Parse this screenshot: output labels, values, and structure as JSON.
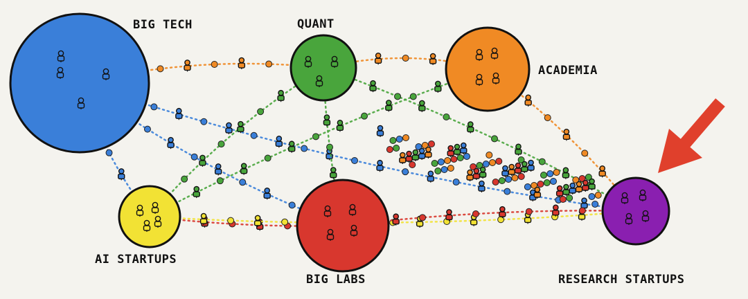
{
  "nodes": [
    {
      "id": "big-tech",
      "label": "BIG TECH",
      "color": "#3a7fd9",
      "people": 4
    },
    {
      "id": "quant",
      "label": "QUANT",
      "color": "#49a53c",
      "people": 3
    },
    {
      "id": "academia",
      "label": "ACADEMIA",
      "color": "#f08a24",
      "people": 4
    },
    {
      "id": "ai-startups",
      "label": "AI STARTUPS",
      "color": "#f2e234",
      "people": 4
    },
    {
      "id": "big-labs",
      "label": "BIG LABS",
      "color": "#d8372e",
      "people": 4
    },
    {
      "id": "research-startups",
      "label": "RESEARCH STARTUPS",
      "color": "#8a1fb0",
      "people": 4
    }
  ],
  "flows": [
    {
      "from": "big-tech",
      "to": "quant",
      "color": "#f08a24"
    },
    {
      "from": "quant",
      "to": "academia",
      "color": "#f08a24"
    },
    {
      "from": "big-tech",
      "to": "ai-startups",
      "color": "#3a7fd9"
    },
    {
      "from": "big-tech",
      "to": "big-labs",
      "color": "#3a7fd9"
    },
    {
      "from": "big-tech",
      "to": "research-startups",
      "color": "#3a7fd9"
    },
    {
      "from": "quant",
      "to": "ai-startups",
      "color": "#49a53c"
    },
    {
      "from": "quant",
      "to": "big-labs",
      "color": "#49a53c"
    },
    {
      "from": "quant",
      "to": "research-startups",
      "color": "#49a53c"
    },
    {
      "from": "academia",
      "to": "ai-startups",
      "color": "#49a53c"
    },
    {
      "from": "academia",
      "to": "research-startups",
      "color": "#f08a24"
    },
    {
      "from": "ai-startups",
      "to": "big-labs",
      "color": "#d8372e"
    },
    {
      "from": "ai-startups",
      "to": "research-startups",
      "color": "#f2e234"
    },
    {
      "from": "big-labs",
      "to": "research-startups",
      "color": "#d8372e"
    }
  ],
  "arrow": {
    "color": "#e0402c",
    "icon": "arrow-icon"
  }
}
